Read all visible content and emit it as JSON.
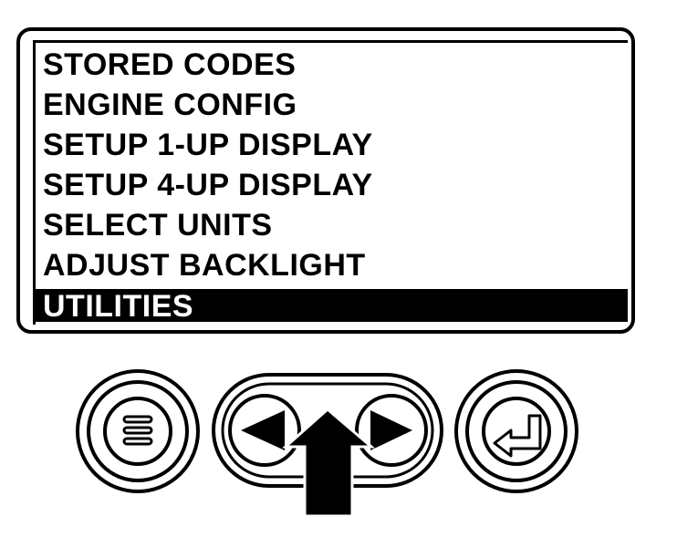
{
  "menu": {
    "items": [
      {
        "label": "STORED CODES",
        "selected": false
      },
      {
        "label": "ENGINE CONFIG",
        "selected": false
      },
      {
        "label": "SETUP 1-UP DISPLAY",
        "selected": false
      },
      {
        "label": "SETUP 4-UP DISPLAY",
        "selected": false
      },
      {
        "label": "SELECT UNITS",
        "selected": false
      },
      {
        "label": "ADJUST BACKLIGHT",
        "selected": false
      },
      {
        "label": "UTILITIES",
        "selected": true
      }
    ]
  },
  "keypad": {
    "buttons": [
      {
        "name": "menu-button",
        "icon": "menu-icon"
      },
      {
        "name": "left-arrow-button",
        "icon": "left-arrow-icon"
      },
      {
        "name": "right-arrow-button",
        "icon": "right-arrow-icon"
      },
      {
        "name": "enter-button",
        "icon": "enter-icon"
      }
    ],
    "pointer": "up-arrow-pointer"
  },
  "colors": {
    "ink": "#000000",
    "paper": "#ffffff"
  }
}
